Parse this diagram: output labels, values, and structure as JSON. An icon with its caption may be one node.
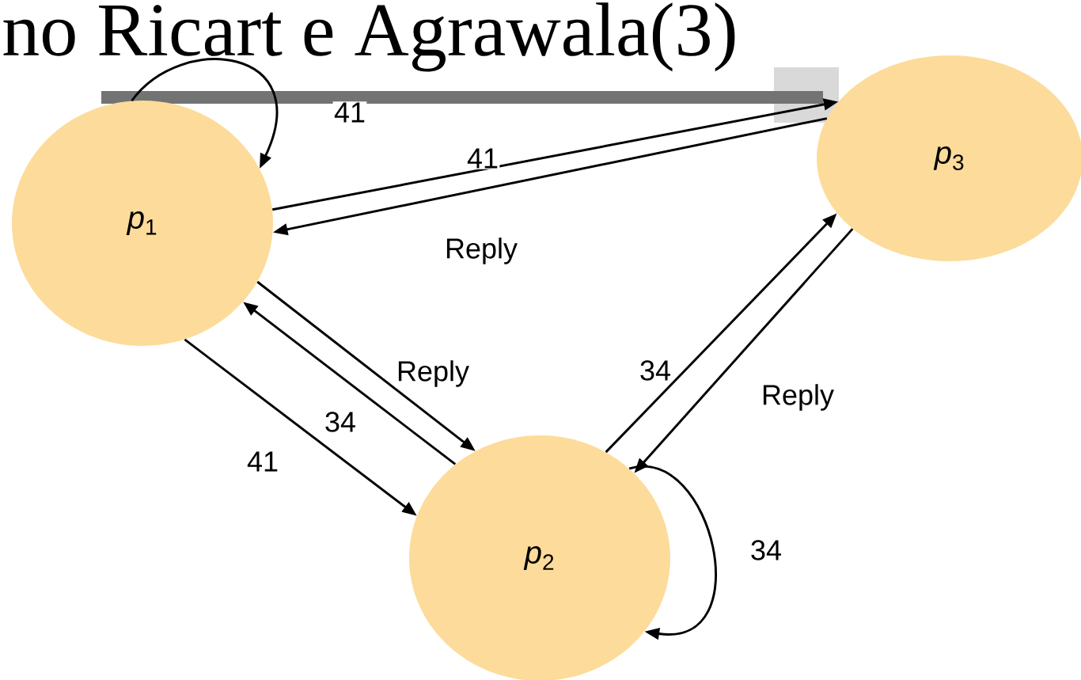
{
  "diagram": {
    "title": "no Ricart e Agrawala(3)",
    "nodes": [
      {
        "text": [
          "*p*$_{1}$"
        ]
      },
      {
        "text": [
          "*p*$_{2}$"
        ]
      },
      {
        "text": [
          "*p*$_{3}$"
        ]
      }
    ],
    "edges": [
      {
        "from": 0,
        "to": 0,
        "arrow": "to",
        "label": "41"
      },
      {
        "from": 0,
        "to": 2,
        "arrow": "to",
        "label": "41"
      },
      {
        "from": 2,
        "to": 0,
        "arrow": "to",
        "label": "Reply"
      },
      {
        "from": 0,
        "to": 1,
        "arrow": "to",
        "label": "41"
      },
      {
        "from": 0,
        "to": 1,
        "arrow": "to",
        "label": "Reply"
      },
      {
        "from": 1,
        "to": 0,
        "arrow": "to",
        "label": "34"
      },
      {
        "from": 1,
        "to": 2,
        "arrow": "to",
        "label": "34"
      },
      {
        "from": 2,
        "to": 1,
        "arrow": "to",
        "label": "Reply"
      },
      {
        "from": 1,
        "to": 1,
        "arrow": "to",
        "label": "34"
      }
    ]
  }
}
